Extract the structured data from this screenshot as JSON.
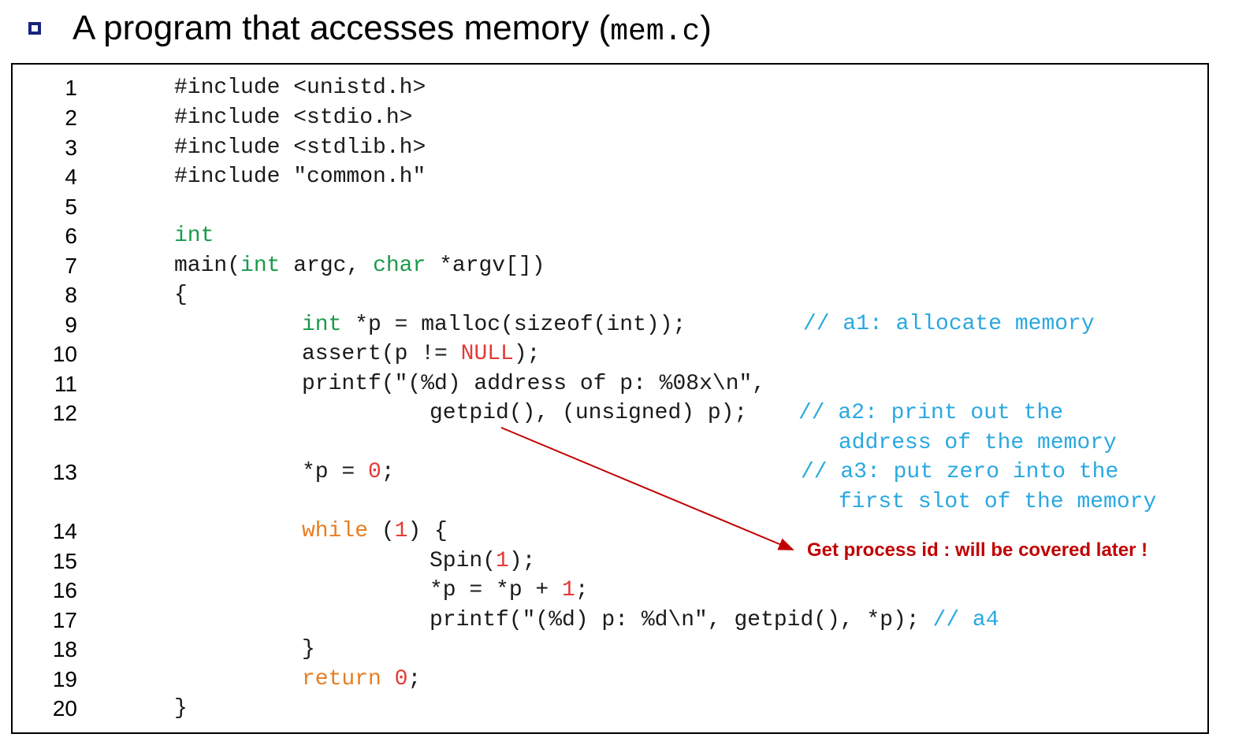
{
  "heading": {
    "text": "A program that accesses memory (",
    "filename": "mem.c",
    "close": ")"
  },
  "code_lines": [
    {
      "n": "1",
      "parts": [
        [
          "#include <unistd.h>",
          ""
        ]
      ]
    },
    {
      "n": "2",
      "parts": [
        [
          "#include <stdio.h>",
          ""
        ]
      ]
    },
    {
      "n": "3",
      "parts": [
        [
          "#include <stdlib.h>",
          ""
        ]
      ]
    },
    {
      "n": "4",
      "parts": [
        [
          "#include \"common.h\"",
          ""
        ]
      ]
    },
    {
      "n": "5",
      "parts": []
    },
    {
      "n": "6",
      "parts": [
        [
          "int",
          "kw-g"
        ]
      ]
    },
    {
      "n": "7",
      "parts": [
        [
          "main(",
          ""
        ],
        [
          "int",
          "kw-g"
        ],
        [
          " argc, ",
          ""
        ],
        [
          "char",
          "kw-g"
        ],
        [
          " *argv[])",
          ""
        ]
      ]
    },
    {
      "n": "8",
      "parts": [
        [
          "{",
          ""
        ]
      ]
    },
    {
      "n": "9",
      "parts": [
        [
          "int",
          "kw-g"
        ],
        [
          " *p = malloc(sizeof(int));",
          ""
        ]
      ]
    },
    {
      "n": "10",
      "parts": [
        [
          "assert(p != ",
          ""
        ],
        [
          "NULL",
          "nul"
        ],
        [
          ");",
          ""
        ]
      ]
    },
    {
      "n": "11",
      "parts": [
        [
          "printf(\"(%d) address of p: %08x\\n\",",
          ""
        ]
      ]
    },
    {
      "n": "12",
      "parts": [
        [
          "getpid(), (unsigned) p);",
          ""
        ]
      ]
    },
    {
      "n": "13",
      "parts": [
        [
          "*p = ",
          ""
        ],
        [
          "0",
          "num"
        ],
        [
          ";",
          ""
        ]
      ]
    },
    {
      "n": "14",
      "parts": [
        [
          "while",
          "kw-o"
        ],
        [
          " (",
          ""
        ],
        [
          "1",
          "num"
        ],
        [
          ") {",
          ""
        ]
      ]
    },
    {
      "n": "15",
      "parts": [
        [
          "Spin(",
          ""
        ],
        [
          "1",
          "num"
        ],
        [
          ");",
          ""
        ]
      ]
    },
    {
      "n": "16",
      "parts": [
        [
          "*p = *p + ",
          ""
        ],
        [
          "1",
          "num"
        ],
        [
          ";",
          ""
        ]
      ]
    },
    {
      "n": "17",
      "parts": [
        [
          "printf(\"(%d) p: %d\\n\", getpid(), *p); ",
          ""
        ],
        [
          "// a4",
          "cmt"
        ]
      ]
    },
    {
      "n": "18",
      "parts": [
        [
          "}",
          ""
        ]
      ]
    },
    {
      "n": "19",
      "parts": [
        [
          "return",
          "kw-o"
        ],
        [
          " ",
          ""
        ],
        [
          "0",
          "num"
        ],
        [
          ";",
          ""
        ]
      ]
    },
    {
      "n": "20",
      "parts": [
        [
          "}",
          ""
        ]
      ]
    }
  ],
  "comments": {
    "a1": "// a1: allocate memory",
    "a2_line1": "// a2: print out the",
    "a2_line2": "address of the memory",
    "a3_line1": "// a3: put zero into the",
    "a3_line2": "first slot of the memory"
  },
  "annotation": "Get process id : will be covered later !",
  "colors": {
    "keyword": "#1a9a4b",
    "control": "#e67e22",
    "literal": "#e53935",
    "comment": "#29a8e0",
    "annotation": "#c00000",
    "bullet": "#1a237e"
  }
}
